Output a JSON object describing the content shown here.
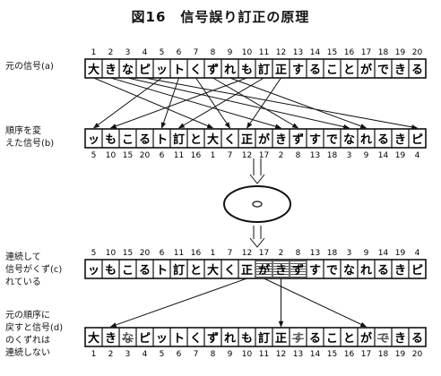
{
  "title": "図16　信号誤り訂正の原理",
  "rows": {
    "a": {
      "label": "元の信号(a)",
      "cells": [
        "大",
        "き",
        "な",
        "ピ",
        "ッ",
        "ト",
        "く",
        "ず",
        "れ",
        "も",
        "訂",
        "正",
        "す",
        "る",
        "こ",
        "と",
        "が",
        "で",
        "き",
        "る"
      ],
      "numbers": [
        "1",
        "2",
        "3",
        "4",
        "5",
        "6",
        "7",
        "8",
        "9",
        "10",
        "11",
        "12",
        "13",
        "14",
        "15",
        "16",
        "17",
        "18",
        "19",
        "20"
      ]
    },
    "b": {
      "label": "順序を変\nえた信号(b)",
      "cells": [
        "ッ",
        "も",
        "こ",
        "る",
        "ト",
        "訂",
        "と",
        "大",
        "く",
        "正",
        "が",
        "き",
        "ず",
        "す",
        "で",
        "な",
        "れ",
        "る",
        "き",
        "ピ"
      ],
      "numbers": [
        "5",
        "10",
        "15",
        "20",
        "6",
        "11",
        "16",
        "1",
        "7",
        "12",
        "17",
        "2",
        "8",
        "13",
        "18",
        "3",
        "9",
        "14",
        "19",
        "4"
      ]
    },
    "c": {
      "label": "連続して\n信号がくず(c)\nれている",
      "cells": [
        "ッ",
        "も",
        "こ",
        "る",
        "ト",
        "訂",
        "と",
        "大",
        "く",
        "正",
        "が",
        "き",
        "ず",
        "す",
        "で",
        "な",
        "れ",
        "る",
        "き",
        "ピ"
      ],
      "numbers": [
        "5",
        "10",
        "15",
        "20",
        "6",
        "11",
        "16",
        "1",
        "7",
        "12",
        "17",
        "2",
        "8",
        "13",
        "18",
        "3",
        "9",
        "14",
        "19",
        "4"
      ]
    },
    "d": {
      "label": "元の順序に\n戻すと信号(d)\nのくずれは\n連続しない",
      "cells": [
        "大",
        "き",
        "な",
        "ピ",
        "ッ",
        "ト",
        "く",
        "ず",
        "れ",
        "も",
        "訂",
        "正",
        "す",
        "る",
        "こ",
        "と",
        "が",
        "で",
        "き",
        "る"
      ],
      "numbers": [
        "1",
        "2",
        "3",
        "4",
        "5",
        "6",
        "7",
        "8",
        "9",
        "10",
        "11",
        "12",
        "13",
        "14",
        "15",
        "16",
        "17",
        "18",
        "19",
        "20"
      ]
    }
  },
  "damaged_positions": [
    10,
    11,
    12
  ],
  "d_damaged_positions": [
    2,
    12,
    17
  ],
  "a_to_b_links": [
    [
      1,
      8
    ],
    [
      2,
      12
    ],
    [
      3,
      16
    ],
    [
      4,
      20
    ],
    [
      5,
      1
    ],
    [
      6,
      5
    ],
    [
      7,
      9
    ],
    [
      8,
      13
    ],
    [
      9,
      17
    ],
    [
      10,
      2
    ],
    [
      11,
      6
    ],
    [
      12,
      10
    ]
  ],
  "c_to_d_links": [
    [
      10,
      2
    ],
    [
      11,
      17
    ],
    [
      12,
      12
    ]
  ]
}
